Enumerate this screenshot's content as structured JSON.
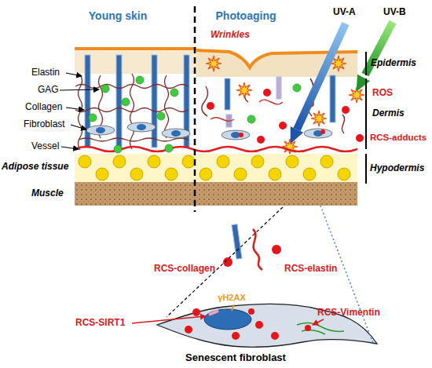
{
  "diagram": {
    "nodes": [
      {
        "text": [
          "γH2AX",
          "Senescent fibroblast"
        ]
      }
    ],
    "labels": [
      "Young skin",
      "Photoaging",
      "Wrinkles",
      "UV-A",
      "UV-B",
      "Elastin",
      "GAG",
      "Collagen",
      "Fibroblast",
      "Vessel",
      "Adipose tissue",
      "Muscle",
      "Epidermis",
      "ROS",
      "Dermis",
      "RCS-adducts",
      "Hypodermis",
      "RCS-collagen",
      "RCS-elastin",
      "RCS-SIRT1",
      "RCS-Vimentin"
    ]
  }
}
